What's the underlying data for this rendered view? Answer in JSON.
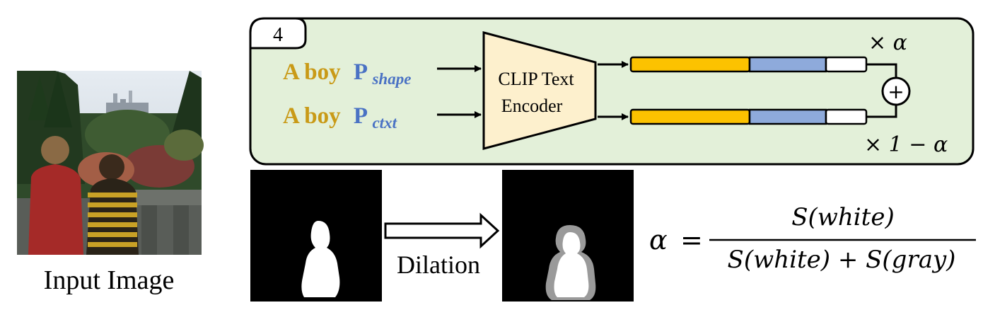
{
  "panel": {
    "step_number": "4",
    "prompts": [
      {
        "word": "A boy",
        "token_letter": "P",
        "token_sub": "shape"
      },
      {
        "word": "A boy",
        "token_letter": "P",
        "token_sub": "ctxt"
      }
    ],
    "encoder_label_line1": "CLIP Text",
    "encoder_label_line2": "Encoder",
    "scale_top": "× α",
    "scale_bottom": "× 1 − α",
    "sum_symbol": "+"
  },
  "left": {
    "caption": "Input Image"
  },
  "bottom": {
    "arrow_label": "Dilation",
    "formula": {
      "lhs": "α",
      "equals": "=",
      "numerator": "S(white)",
      "denominator": "S(white) + S(gray)"
    }
  },
  "colors": {
    "panel_fill": "#e3f0d9",
    "encoder_fill": "#fdf0cd",
    "word_gold": "#c99a17",
    "token_blue": "#4a72c4",
    "bar_yellow": "#fcc200",
    "bar_blue": "#8eaadb",
    "mask_gray": "#9a9a9a"
  }
}
